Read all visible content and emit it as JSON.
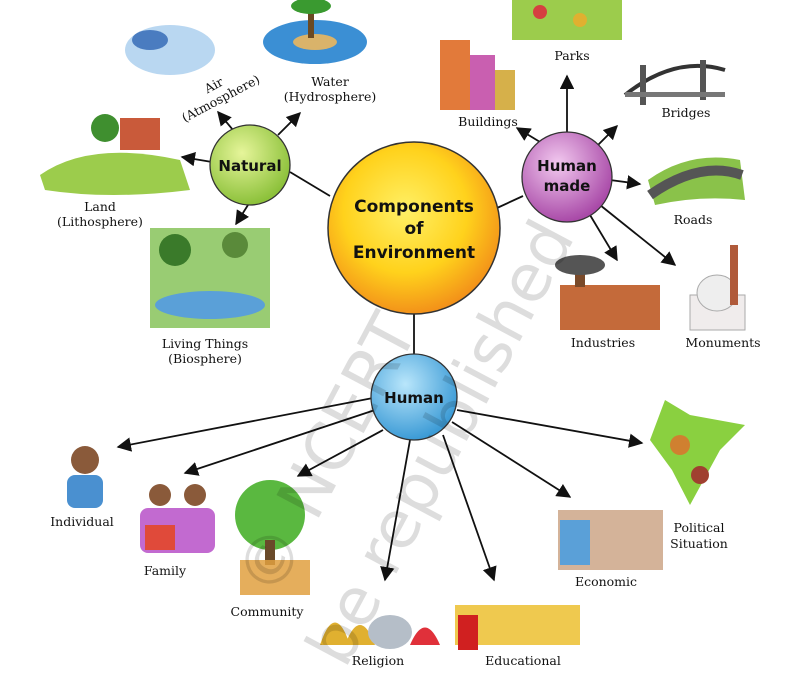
{
  "center": {
    "line1": "Components",
    "line2": "of",
    "line3": "Environment"
  },
  "natural": {
    "title": "Natural",
    "items": [
      {
        "name": "Air",
        "sub": "(Atmosphere)"
      },
      {
        "name": "Water",
        "sub": "(Hydrosphere)"
      },
      {
        "name": "Land",
        "sub": "(Lithosphere)"
      },
      {
        "name": "Living Things",
        "sub": "(Biosphere)"
      }
    ]
  },
  "human_made": {
    "title1": "Human",
    "title2": "made",
    "items": [
      "Parks",
      "Buildings",
      "Bridges",
      "Roads",
      "Industries",
      "Monuments"
    ]
  },
  "human": {
    "title": "Human",
    "items": [
      "Individual",
      "Family",
      "Community",
      "Religion",
      "Educational",
      "Economic"
    ],
    "political": {
      "line1": "Political",
      "line2": "Situation"
    }
  },
  "watermark": {
    "line1": "© NCERT",
    "line2": "be republished"
  },
  "colors": {
    "natural": "#9ccc3c",
    "human_made": "#b85bb8",
    "human": "#4aa8e0",
    "center_inner": "#ffe020",
    "center_outer": "#f59a1c"
  }
}
